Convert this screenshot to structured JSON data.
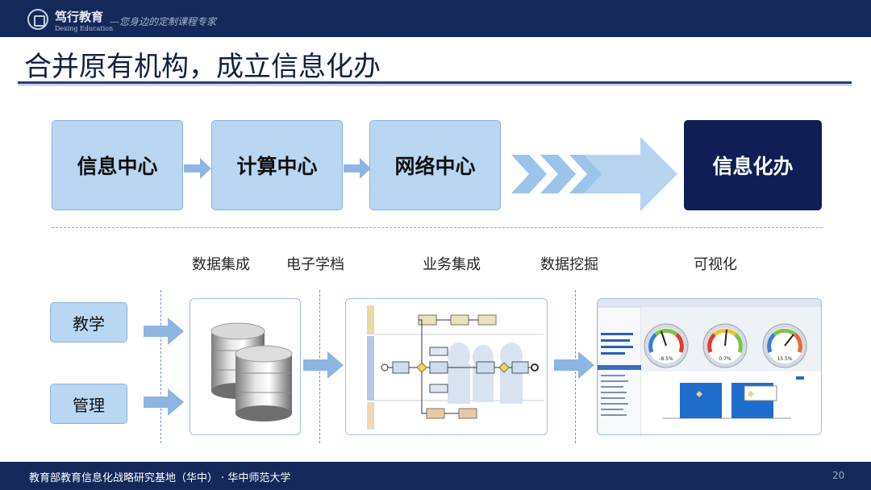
{
  "header": {
    "logo_name": "笃行教育",
    "logo_en": "Dexing Education",
    "slogan": "—您身边的定制课程专家"
  },
  "title": "合并原有机构，成立信息化办",
  "flow": {
    "stages": [
      "信息中心",
      "计算中心",
      "网络中心"
    ],
    "final_stage": "信息化办"
  },
  "labels": [
    "数据集成",
    "电子学档",
    "业务集成",
    "数据挖掘",
    "可视化"
  ],
  "inputs": [
    "教学",
    "管理"
  ],
  "dashboard": {
    "gauges": [
      "-8.5%",
      "0.7%",
      "15.5%"
    ]
  },
  "footer": {
    "text": "教育部教育信息化战略研究基地（华中）   ·    华中师范大学",
    "page": "20"
  },
  "colors": {
    "navy": "#14295a",
    "light_blue": "#b9d6f2",
    "final_dark": "#0f1f55",
    "arrow_blue": "#8db4e2"
  }
}
